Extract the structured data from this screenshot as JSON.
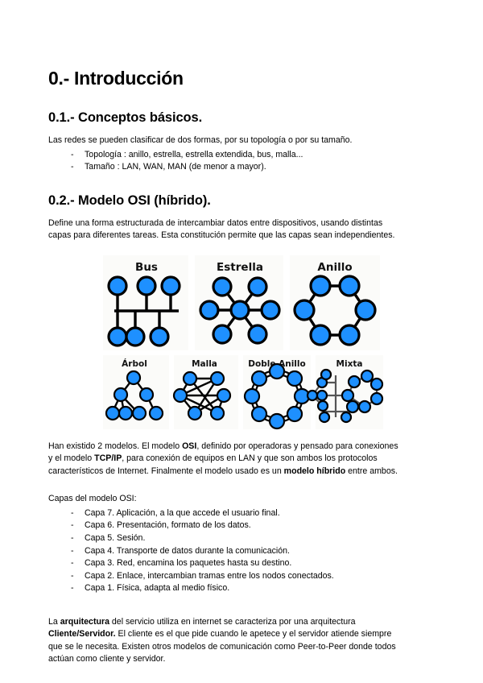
{
  "document": {
    "title": "0.- Introducción",
    "sections": [
      {
        "heading": "0.1.- Conceptos básicos.",
        "intro": "Las redes se pueden clasificar de dos formas, por su topología o por su tamaño.",
        "bullets": [
          "Topología : anillo, estrella, estrella extendida, bus, malla...",
          "Tamaño : LAN, WAN, MAN (de menor a mayor)."
        ]
      },
      {
        "heading": "0.2.- Modelo OSI (híbrido).",
        "intro_line1": "Define una forma estructurada de intercambiar datos entre dispositivos, usando distintas",
        "intro_line2": "capas para diferentes tareas. Esta constitución permite que las capas sean independientes."
      }
    ],
    "models_paragraph": {
      "line1_pre": "Han existido 2 modelos. El modelo ",
      "line1_bold": "OSI",
      "line1_post": ", definido por operadoras y pensado para conexiones",
      "line2_pre": "y el modelo ",
      "line2_bold": "TCP/IP",
      "line2_post": ", para conexión de equipos en LAN y que son ambos los protocolos",
      "line3_pre": "característicos de Internet. Finalmente el modelo usado es un ",
      "line3_bold": "modelo híbrido",
      "line3_post": " entre ambos."
    },
    "osi_layers": {
      "intro": "Capas del modelo OSI:",
      "items": [
        "Capa 7. Aplicación, a la que accede el usuario final.",
        "Capa 6. Presentación, formato de los datos.",
        "Capa 5. Sesión.",
        "Capa 4. Transporte de datos durante la comunicación.",
        "Capa 3. Red, encamina los paquetes hasta su destino.",
        "Capa 2. Enlace, intercambian tramas entre los nodos conectados.",
        "Capa 1. Física, adapta al medio físico."
      ]
    },
    "architecture_paragraph": {
      "line1_pre": "La ",
      "line1_bold": "arquitectura",
      "line1_post": " del servicio utiliza en internet se caracteriza por una arquitectura",
      "line2_bold": "Cliente/Servidor.",
      "line2_post": " El cliente es el que pide cuando le apetece y el servidor atiende siempre",
      "line3": "que se le necesita. Existen otros modelos de comunicación como Peer-to-Peer donde todos",
      "line4": "actúan como cliente y servidor."
    },
    "bullet_marker": "-",
    "diagram": {
      "labels": {
        "bus": "Bus",
        "estrella": "Estrella",
        "anillo": "Anillo",
        "arbol": "Árbol",
        "malla": "Malla",
        "doble_anillo": "Doble Anillo",
        "mixta": "Mixta"
      },
      "colors": {
        "node_fill": "#1e90ff",
        "node_stroke": "#000000",
        "panel_bg": "#fbfbf9"
      },
      "topologies": [
        {
          "name": "Bus",
          "nodes": 6,
          "description": "tres nodos superiores y tres inferiores unidos a un bus horizontal"
        },
        {
          "name": "Estrella",
          "nodes": 7,
          "description": "nodo central conectado a seis nodos periféricos"
        },
        {
          "name": "Anillo",
          "nodes": 6,
          "description": "seis nodos conectados en un anillo hexagonal"
        },
        {
          "name": "Árbol",
          "nodes": 7,
          "description": "raíz con dos hijos y cuatro hojas"
        },
        {
          "name": "Malla",
          "nodes": 6,
          "description": "seis nodos con múltiples interconexiones"
        },
        {
          "name": "Doble Anillo",
          "nodes": 8,
          "description": "ocho nodos con doble línea de anillo"
        },
        {
          "name": "Mixta",
          "nodes": 15,
          "description": "estrella y anillo unidos por un bus central"
        }
      ]
    }
  }
}
